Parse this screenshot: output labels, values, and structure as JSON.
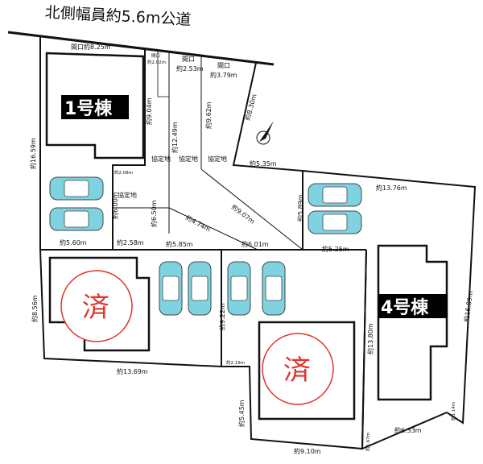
{
  "road": {
    "label": "北側幅員約5.6m公道"
  },
  "buildings": [
    {
      "label": "1号棟"
    },
    {
      "label": "4号棟"
    }
  ],
  "sold_marks": [
    "済",
    "済"
  ],
  "compass": {
    "icon": "north-arrow-icon"
  },
  "colors": {
    "car": "#7fd3e0",
    "sold_circle": "#e0342a",
    "label_bg": "#000000"
  },
  "dimensions": {
    "frontage_1": "間口約8.25m",
    "frontage_2_head": "間口",
    "frontage_2": "約2.02m",
    "frontage_3_head": "間口",
    "frontage_3": "約2.53m",
    "frontage_4_head": "間口",
    "frontage_4": "約3.79m",
    "d_16_59": "約16.59m",
    "d_9_04": "約9.04m",
    "d_12_49": "約12.49m",
    "d_9_62": "約9.62m",
    "d_8_30": "約8.30m",
    "d_5_35": "約5.35m",
    "d_2_08": "約2.08m",
    "d_13_76": "約13.76m",
    "d_6_00": "約6.00m",
    "d_6_50": "約6.50m",
    "d_9_07": "約9.07m",
    "d_4_74": "約4.74m",
    "d_5_89": "約5.89m",
    "d_5_60": "約5.60m",
    "d_2_58": "約2.58m",
    "d_5_85": "約5.85m",
    "d_6_01": "約6.01m",
    "d_5_25": "約5.25m",
    "d_8_56": "約8.56m",
    "d_9_22": "約9.22m",
    "d_13_80": "約13.80m",
    "d_16_89": "約16.89m",
    "d_13_69": "約13.69m",
    "d_2_19": "約2.19m",
    "d_5_45": "約5.45m",
    "d_1_67": "約1.67m",
    "d_6_33": "約6.33m",
    "d_1_14": "約1.14m",
    "d_9_10": "約9.10m"
  },
  "kyoteichi": [
    "協定地",
    "協定地",
    "協定地",
    "協定地"
  ]
}
